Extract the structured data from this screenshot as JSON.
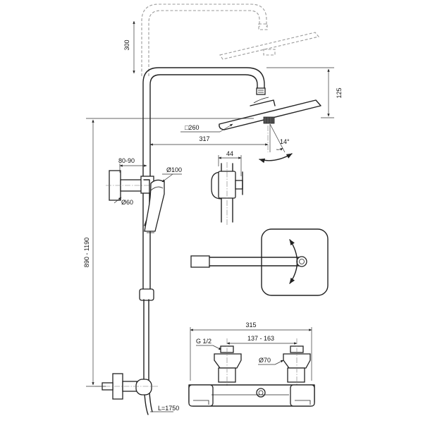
{
  "dimensions": {
    "riser_extension": "300",
    "head_drop": "125",
    "head_size": "□260",
    "arm_reach": "317",
    "tilt_angle": "14°",
    "bracket_offset": "80-90",
    "hand_shower_diameter": "Ø100",
    "bracket_diameter": "Ø60",
    "riser_height": "890 - 1190",
    "diverter_width": "44",
    "mixer_width": "315",
    "inlet_centres": "137 - 163",
    "inlet_thread": "G 1/2",
    "escutcheon_diameter": "Ø70",
    "hose_length": "L=1750"
  }
}
